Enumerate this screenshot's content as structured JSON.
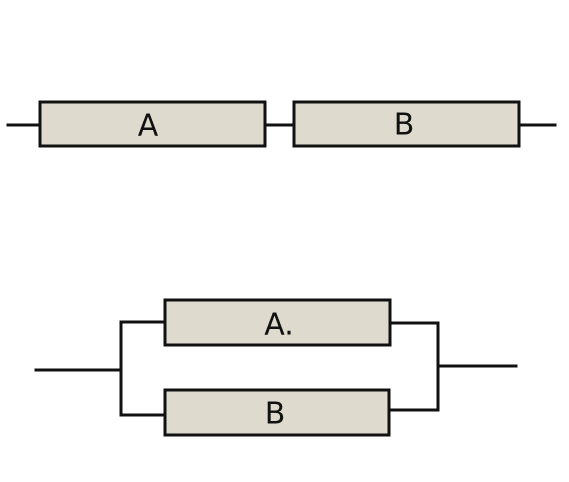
{
  "series_circuit": {
    "block_a_label": "A",
    "block_b_label": "B"
  },
  "parallel_circuit": {
    "block_a_label": "A.",
    "block_b_label": "B"
  },
  "colors": {
    "block_fill": "#dedbce",
    "line": "#111111",
    "background": "#ffffff"
  }
}
